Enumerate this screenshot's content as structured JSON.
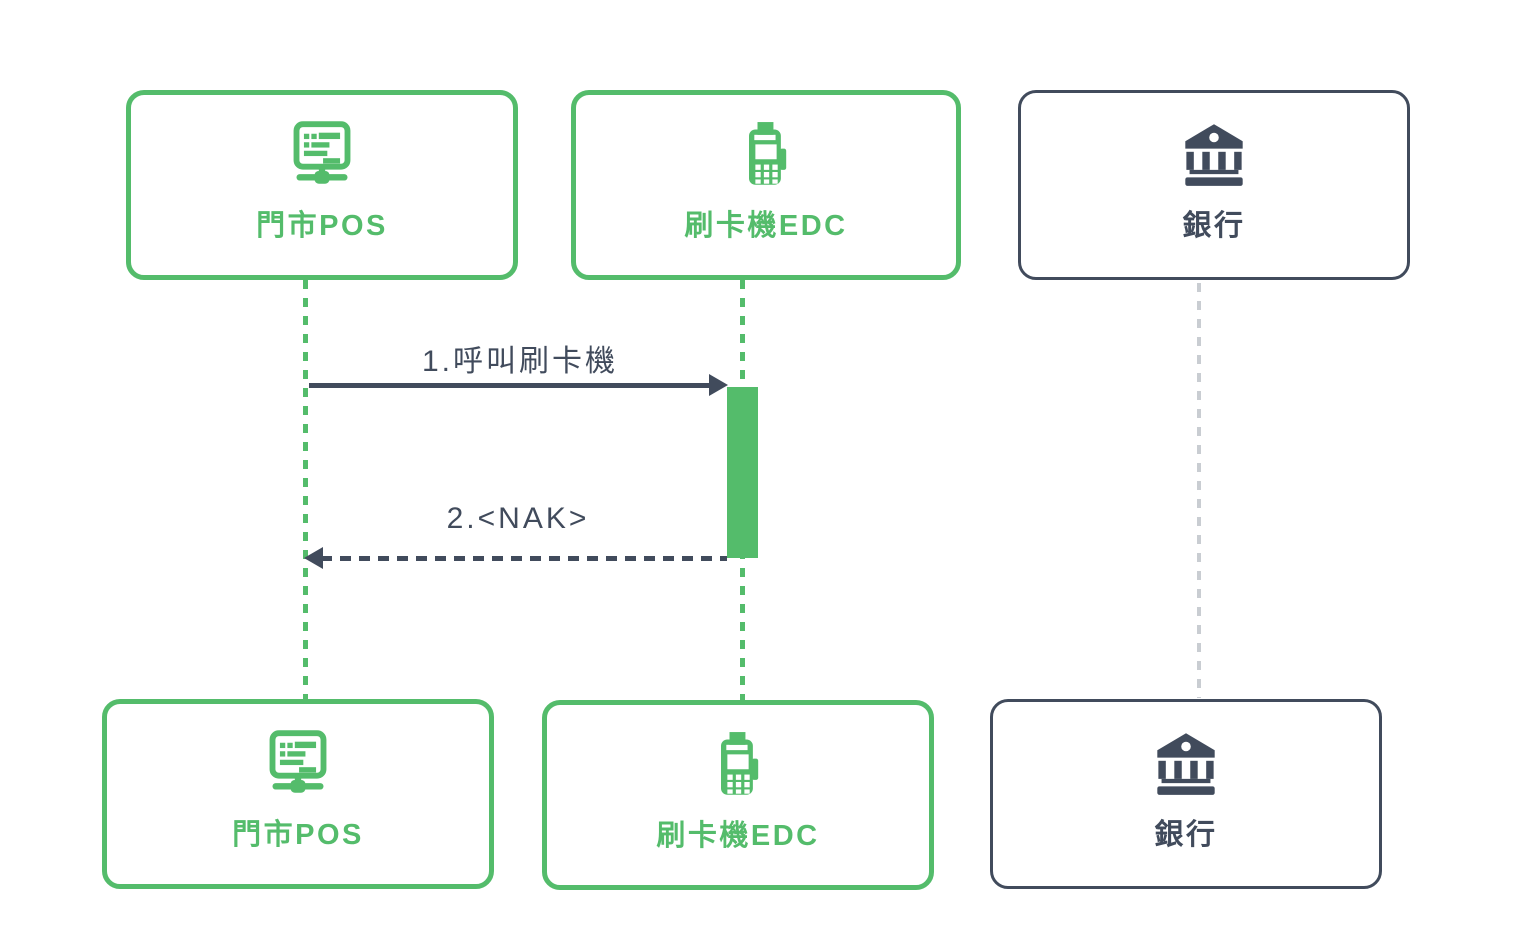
{
  "diagram": {
    "kind": "sequence-diagram",
    "background": "#FFFFFF"
  },
  "colors": {
    "green": "#54BC6B",
    "navy": "#414B5C",
    "lifeline_gray": "#C9CDD2",
    "background": "#FFFFFF"
  },
  "actors": {
    "pos": {
      "label": "門市POS",
      "icon": "pos-terminal-icon",
      "color": "#54BC6B"
    },
    "edc": {
      "label": "刷卡機EDC",
      "icon": "card-reader-icon",
      "color": "#54BC6B"
    },
    "bank": {
      "label": "銀行",
      "icon": "bank-icon",
      "color": "#414B5C"
    }
  },
  "messages": [
    {
      "seq": 1,
      "label": "1.呼叫刷卡機",
      "from": "pos",
      "to": "edc",
      "line": "solid",
      "direction": "right"
    },
    {
      "seq": 2,
      "label": "2.<NAK>",
      "from": "edc",
      "to": "pos",
      "line": "dashed",
      "direction": "left"
    }
  ],
  "activation": {
    "actor": "edc",
    "color": "#54BC6B"
  }
}
